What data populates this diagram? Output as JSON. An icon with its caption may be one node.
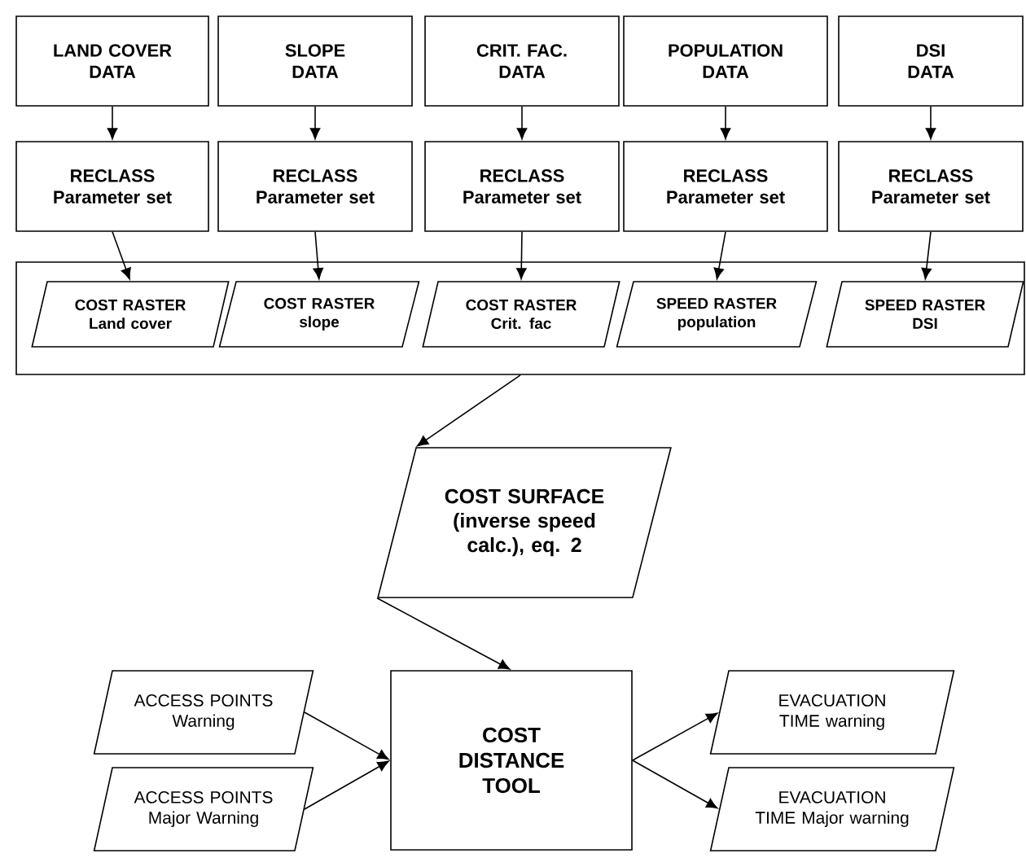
{
  "diagram": {
    "nodes": [
      {
        "text": [
          "LAND COVER",
          "DATA"
        ]
      },
      {
        "text": [
          "SLOPE",
          "DATA"
        ]
      },
      {
        "text": [
          "CRIT. FAC.",
          "DATA"
        ]
      },
      {
        "text": [
          "POPULATION",
          "DATA"
        ]
      },
      {
        "text": [
          "DSI",
          "DATA"
        ]
      },
      {
        "text": [
          "RECLASS",
          "Parameter set"
        ]
      },
      {
        "text": [
          "RECLASS",
          "Parameter set"
        ]
      },
      {
        "text": [
          "RECLASS",
          "Parameter set"
        ]
      },
      {
        "text": [
          "RECLASS",
          "Parameter set"
        ]
      },
      {
        "text": [
          "RECLASS",
          "Parameter set"
        ]
      },
      {
        "text": [],
        "shape": "box"
      },
      {
        "text": [
          "COST RASTER",
          "Land cover"
        ],
        "in": 10
      },
      {
        "text": [
          "COST RASTER",
          "slope"
        ],
        "in": 10
      },
      {
        "text": [
          "COST RASTER",
          "Crit. fac"
        ],
        "in": 10
      },
      {
        "text": [
          "SPEED RASTER",
          "population"
        ],
        "in": 10
      },
      {
        "text": [
          "SPEED RASTER",
          "DSI"
        ],
        "in": 10
      },
      {
        "text": [
          "COST SURFACE (inverse speed calc.), eq. 2"
        ]
      },
      {
        "text": [
          "ACCESS POINTS",
          "Warning"
        ]
      },
      {
        "text": [
          "ACCESS POINTS",
          "Major Warning"
        ]
      },
      {
        "text": [
          "COST DISTANCE TOOL"
        ]
      },
      {
        "text": [
          "EVACUATION",
          "TIME warning"
        ]
      },
      {
        "text": [
          "EVACUATION",
          "TIME Major warning"
        ]
      }
    ],
    "edges": [
      {
        "from": 0,
        "to": 5,
        "arrow": "to"
      },
      {
        "from": 1,
        "to": 6,
        "arrow": "to"
      },
      {
        "from": 2,
        "to": 7,
        "arrow": "to"
      },
      {
        "from": 3,
        "to": 8,
        "arrow": "to"
      },
      {
        "from": 4,
        "to": 9,
        "arrow": "to"
      },
      {
        "from": 5,
        "to": 11,
        "arrow": "to"
      },
      {
        "from": 6,
        "to": 12,
        "arrow": "to"
      },
      {
        "from": 7,
        "to": 13,
        "arrow": "to"
      },
      {
        "from": 8,
        "to": 14,
        "arrow": "to"
      },
      {
        "from": 9,
        "to": 15,
        "arrow": "to"
      },
      {
        "from": 10,
        "to": 16,
        "arrow": "to"
      },
      {
        "from": 16,
        "to": 19,
        "arrow": "to"
      },
      {
        "from": 17,
        "to": 19,
        "arrow": "to"
      },
      {
        "from": 18,
        "to": 19,
        "arrow": "to"
      },
      {
        "from": 19,
        "to": 20,
        "arrow": "to"
      },
      {
        "from": 19,
        "to": 21,
        "arrow": "to"
      }
    ]
  }
}
